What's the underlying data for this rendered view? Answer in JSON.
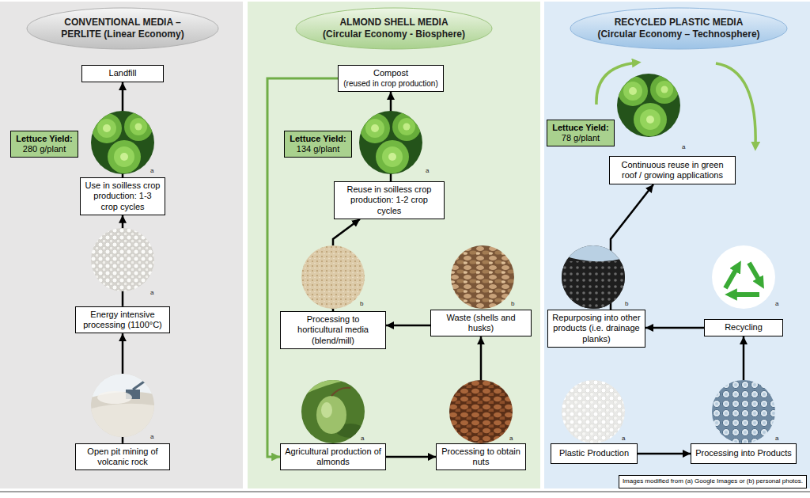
{
  "diagram": {
    "nodes": [
      {
        "text": [
          "CONVENTIONAL MEDIA – PERLITE (Linear Economy)"
        ]
      },
      {
        "text": [
          "Landfill"
        ],
        "in": 0
      },
      {
        "text": [
          "Lettuce Yield:",
          "280 g/plant"
        ],
        "in": 0
      },
      {
        "text": [
          "Use in soilless crop production: 1-3 crop cycles"
        ],
        "in": 0
      },
      {
        "text": [
          "Energy intensive processing (1100°C)"
        ],
        "in": 0
      },
      {
        "text": [
          "Open pit mining of volcanic rock"
        ],
        "in": 0
      },
      {
        "text": [
          "ALMOND SHELL MEDIA (Circular Economy - Biosphere)"
        ]
      },
      {
        "text": [
          "Compost",
          "(reused in crop production)"
        ],
        "in": 6
      },
      {
        "text": [
          "Lettuce Yield:",
          "134 g/plant"
        ],
        "in": 6
      },
      {
        "text": [
          "Reuse in soilless crop production: 1-2 crop cycles"
        ],
        "in": 6
      },
      {
        "text": [
          "Processing to horticultural media (blend/mill)"
        ],
        "in": 6
      },
      {
        "text": [
          "Waste (shells and husks)"
        ],
        "in": 6
      },
      {
        "text": [
          "Agricultural production of almonds"
        ],
        "in": 6
      },
      {
        "text": [
          "Processing to obtain nuts"
        ],
        "in": 6
      },
      {
        "text": [
          "RECYCLED PLASTIC MEDIA (Circular Economy – Technosphere)"
        ]
      },
      {
        "text": [
          "Lettuce Yield:",
          "78 g/plant"
        ],
        "in": 14
      },
      {
        "text": [
          "Continuous reuse in green roof / growing applications"
        ],
        "in": 14
      },
      {
        "text": [
          "Repurposing into other products (i.e. drainage planks)"
        ],
        "in": 14
      },
      {
        "text": [
          "Recycling"
        ],
        "in": 14
      },
      {
        "text": [
          "Plastic Production"
        ],
        "in": 14
      },
      {
        "text": [
          "Processing into Products"
        ],
        "in": 14
      },
      {
        "text": [
          "Images modified from (a) Google Images or (b) personal photos."
        ]
      }
    ],
    "edges": [
      {
        "from": 5,
        "to": 4,
        "arrow": "to"
      },
      {
        "from": 4,
        "to": 3,
        "arrow": "to"
      },
      {
        "from": 3,
        "to": 1,
        "arrow": "to"
      },
      {
        "from": 12,
        "to": 13,
        "arrow": "to"
      },
      {
        "from": 13,
        "to": 11,
        "arrow": "to"
      },
      {
        "from": 11,
        "to": 10,
        "arrow": "to"
      },
      {
        "from": 10,
        "to": 9,
        "arrow": "to"
      },
      {
        "from": 9,
        "to": 7,
        "arrow": "to"
      },
      {
        "from": 7,
        "to": 12,
        "arrow": "to"
      },
      {
        "from": 19,
        "to": 20,
        "arrow": "to"
      },
      {
        "from": 20,
        "to": 18,
        "arrow": "to"
      },
      {
        "from": 18,
        "to": 17,
        "arrow": "to"
      },
      {
        "from": 17,
        "to": 16,
        "arrow": "to"
      }
    ],
    "labels": [
      "a",
      "a",
      "a",
      "a",
      "b",
      "b",
      "a",
      "a",
      "a",
      "b",
      "a",
      "a",
      "a"
    ]
  }
}
